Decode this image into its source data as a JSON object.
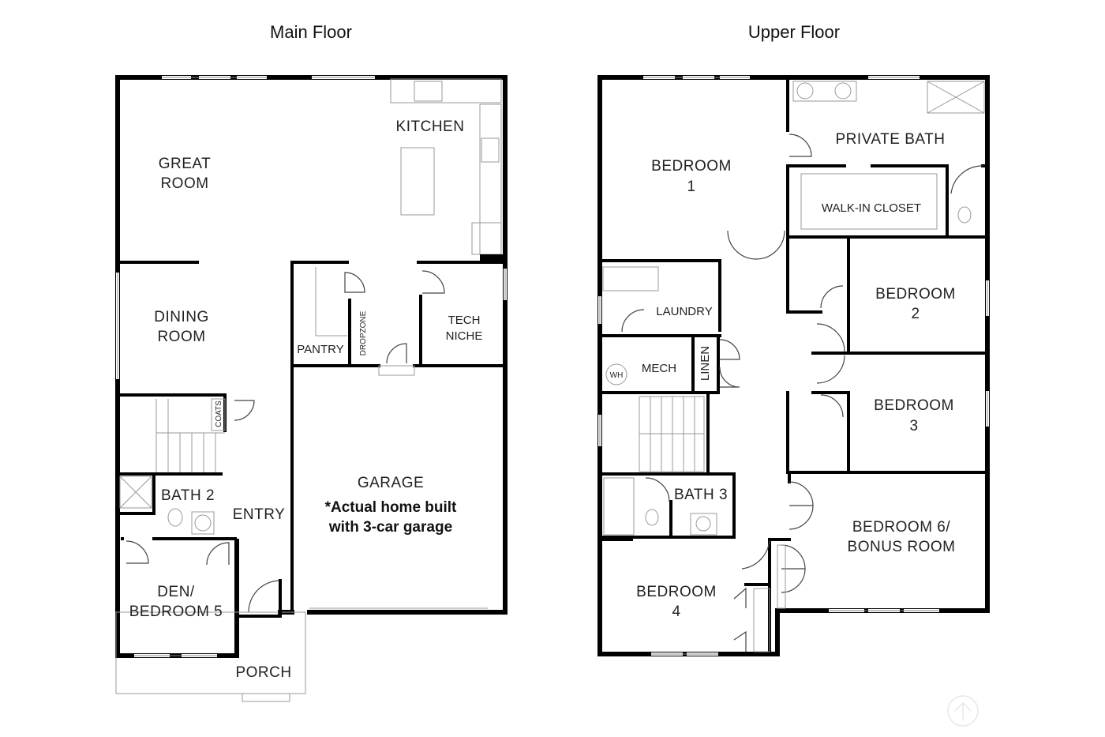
{
  "main_floor": {
    "title": "Main Floor",
    "rooms": {
      "great_room": [
        "GREAT",
        "ROOM"
      ],
      "kitchen": "KITCHEN",
      "dining_room": [
        "DINING",
        "ROOM"
      ],
      "pantry": "PANTRY",
      "dropzone": "DROPZONE",
      "tech_niche": [
        "TECH",
        "NICHE"
      ],
      "coats": "COATS",
      "bath_2": "BATH 2",
      "entry": "ENTRY",
      "den": [
        "DEN/",
        "BEDROOM 5"
      ],
      "porch": "PORCH",
      "garage": "GARAGE",
      "garage_note": [
        "*Actual home built",
        "with 3-car garage"
      ]
    }
  },
  "upper_floor": {
    "title": "Upper Floor",
    "rooms": {
      "bedroom_1": [
        "BEDROOM",
        "1"
      ],
      "private_bath": "PRIVATE BATH",
      "walk_in_closet": "WALK-IN CLOSET",
      "laundry": "LAUNDRY",
      "mech": "MECH",
      "wh": "WH",
      "linen": "LINEN",
      "bedroom_2": [
        "BEDROOM",
        "2"
      ],
      "bedroom_3": [
        "BEDROOM",
        "3"
      ],
      "bath_3": "BATH 3",
      "bedroom_6": [
        "BEDROOM 6/",
        "BONUS ROOM"
      ],
      "bedroom_4": [
        "BEDROOM",
        "4"
      ]
    }
  }
}
